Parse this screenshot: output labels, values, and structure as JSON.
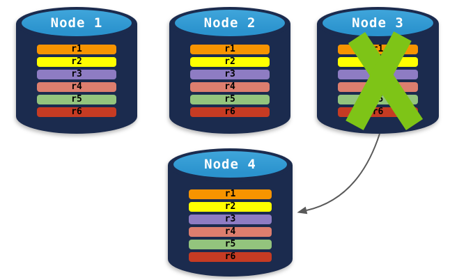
{
  "colors": {
    "background": "#FFFFFF",
    "cylinder_body": "#1B2B4E",
    "cylinder_top": "#2F9AD2",
    "title_text": "#FFFFFF",
    "row_text": "#000000",
    "x_mark": "#7EC417",
    "arrow": "#595959"
  },
  "nodes": [
    {
      "title": "Node 1",
      "crossed_out": false,
      "rows": [
        {
          "label": "r1",
          "color": "#F79400"
        },
        {
          "label": "r2",
          "color": "#FFFF00"
        },
        {
          "label": "r3",
          "color": "#8E7CC3"
        },
        {
          "label": "r4",
          "color": "#DD7E6E"
        },
        {
          "label": "r5",
          "color": "#93C47D"
        },
        {
          "label": "r6",
          "color": "#C63B23"
        }
      ]
    },
    {
      "title": "Node 2",
      "crossed_out": false,
      "rows": [
        {
          "label": "r1",
          "color": "#F79400"
        },
        {
          "label": "r2",
          "color": "#FFFF00"
        },
        {
          "label": "r3",
          "color": "#8E7CC3"
        },
        {
          "label": "r4",
          "color": "#DD7E6E"
        },
        {
          "label": "r5",
          "color": "#93C47D"
        },
        {
          "label": "r6",
          "color": "#C63B23"
        }
      ]
    },
    {
      "title": "Node 3",
      "crossed_out": true,
      "rows": [
        {
          "label": "r1",
          "color": "#F79400"
        },
        {
          "label": "r2",
          "color": "#FFFF00"
        },
        {
          "label": "r3",
          "color": "#8E7CC3"
        },
        {
          "label": "r4",
          "color": "#DD7E6E"
        },
        {
          "label": "r5",
          "color": "#93C47D"
        },
        {
          "label": "r6",
          "color": "#C63B23"
        }
      ]
    },
    {
      "title": "Node 4",
      "crossed_out": false,
      "rows": [
        {
          "label": "r1",
          "color": "#F79400"
        },
        {
          "label": "r2",
          "color": "#FFFF00"
        },
        {
          "label": "r3",
          "color": "#8E7CC3"
        },
        {
          "label": "r4",
          "color": "#DD7E6E"
        },
        {
          "label": "r5",
          "color": "#93C47D"
        },
        {
          "label": "r6",
          "color": "#C63B23"
        }
      ]
    }
  ]
}
